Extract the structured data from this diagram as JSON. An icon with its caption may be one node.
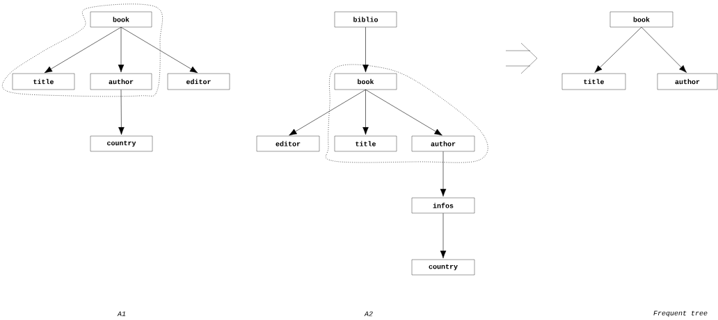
{
  "diagram": {
    "nodes": [
      {
        "text": [
          "book"
        ]
      },
      {
        "text": [
          "title"
        ]
      },
      {
        "text": [
          "author"
        ]
      },
      {
        "text": [
          "editor"
        ]
      },
      {
        "text": [
          "country"
        ]
      },
      {
        "text": [
          "biblio"
        ]
      },
      {
        "text": [
          "book"
        ]
      },
      {
        "text": [
          "editor"
        ]
      },
      {
        "text": [
          "title"
        ]
      },
      {
        "text": [
          "author"
        ]
      },
      {
        "text": [
          "infos"
        ]
      },
      {
        "text": [
          "country"
        ]
      },
      {
        "text": [
          "book"
        ]
      },
      {
        "text": [
          "title"
        ]
      },
      {
        "text": [
          "author"
        ]
      }
    ],
    "edges": [
      {
        "from": 0,
        "to": 1,
        "arrow": "to"
      },
      {
        "from": 0,
        "to": 2,
        "arrow": "to"
      },
      {
        "from": 0,
        "to": 3,
        "arrow": "to"
      },
      {
        "from": 2,
        "to": 4,
        "arrow": "to"
      },
      {
        "from": 5,
        "to": 6,
        "arrow": "to"
      },
      {
        "from": 6,
        "to": 7,
        "arrow": "to"
      },
      {
        "from": 6,
        "to": 8,
        "arrow": "to"
      },
      {
        "from": 6,
        "to": 9,
        "arrow": "to"
      },
      {
        "from": 9,
        "to": 10,
        "arrow": "to"
      },
      {
        "from": 10,
        "to": 11,
        "arrow": "to"
      },
      {
        "from": 12,
        "to": 13,
        "arrow": "to"
      },
      {
        "from": 12,
        "to": 14,
        "arrow": "to"
      }
    ],
    "labels": [
      "A1",
      "A2",
      "Frequent tree"
    ]
  }
}
